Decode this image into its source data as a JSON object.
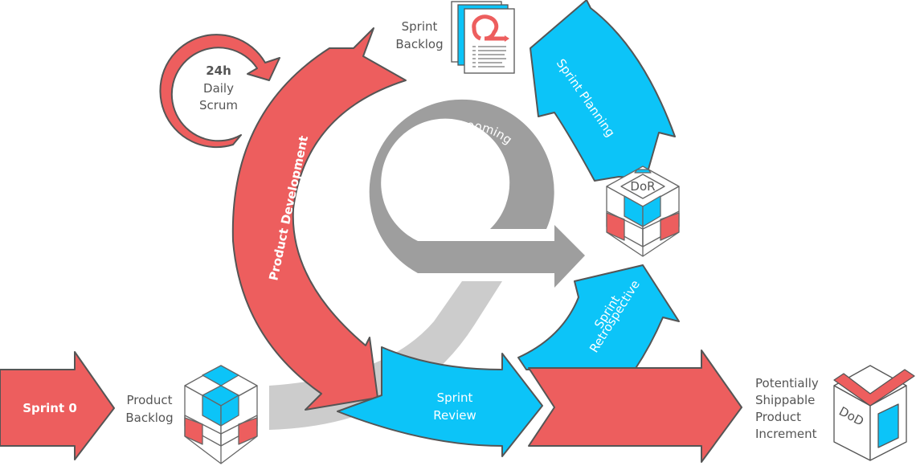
{
  "title": "Scrum Framework Diagram",
  "colors": {
    "red": "#ED5E5E",
    "blue": "#0CC4F8",
    "gray": "#9E9E9E",
    "light_gray": "#CCCCCC",
    "outline": "#555555",
    "text": "#555555"
  },
  "labels": {
    "sprint0": "Sprint 0",
    "product_backlog": [
      "Product",
      "Backlog"
    ],
    "daily_scrum": {
      "hours": "24h",
      "line1": "Daily",
      "line2": "Scrum"
    },
    "sprint_backlog": [
      "Sprint",
      "Backlog"
    ],
    "product_development": "Product Development",
    "backlog_grooming": "Backlog Grooming",
    "sprint_planning": "Sprint Planning",
    "dor": "DoR",
    "sprint_review": [
      "Sprint",
      "Review"
    ],
    "sprint_retrospective": [
      "Sprint",
      "Retrospective"
    ],
    "increment": [
      "Potentially",
      "Shippable",
      "Product",
      "Increment"
    ],
    "dod": "DoD"
  },
  "icons": {
    "product_backlog": "cube-backlog-icon",
    "sprint_backlog": "document-stack-icon",
    "dor": "cube-dor-icon",
    "dod": "box-checkmark-icon"
  }
}
